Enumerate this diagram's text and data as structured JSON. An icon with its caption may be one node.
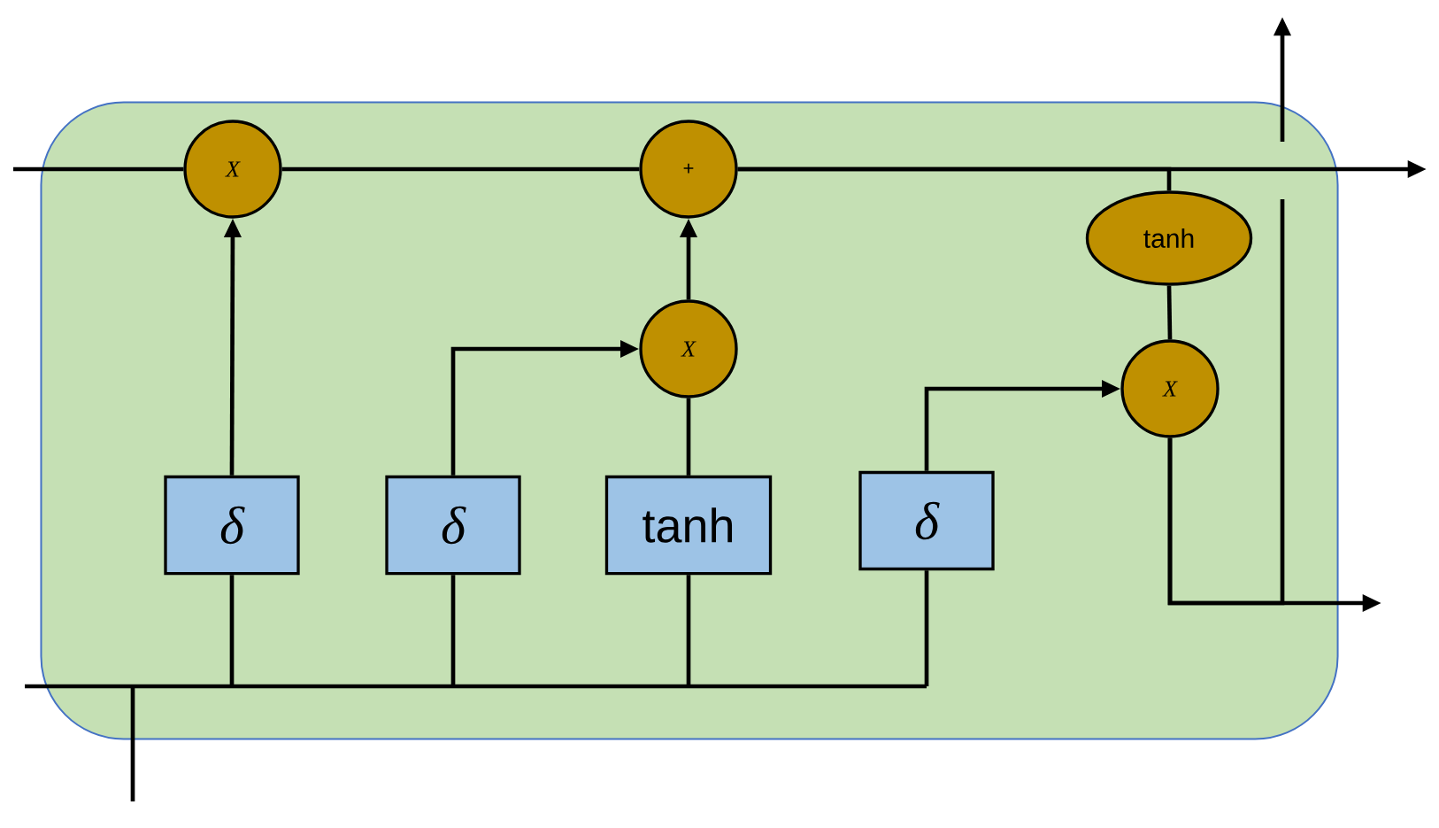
{
  "diagram": {
    "nodes": [
      {
        "text": [],
        "shape": "box"
      },
      {
        "text": [
          "X"
        ],
        "in": 0
      },
      {
        "text": [
          "+"
        ],
        "in": 0
      },
      {
        "text": [
          "X"
        ],
        "in": 0
      },
      {
        "text": [
          "tanh"
        ],
        "in": 0
      },
      {
        "text": [
          "X"
        ],
        "in": 0
      },
      {
        "text": [
          "δ"
        ],
        "in": 0
      },
      {
        "text": [
          "δ"
        ],
        "in": 0
      },
      {
        "text": [
          "tanh"
        ],
        "in": 0
      },
      {
        "text": [
          "δ"
        ],
        "in": 0
      }
    ],
    "edges": [
      {
        "from": null,
        "to": 6,
        "arrow": "none"
      },
      {
        "from": null,
        "to": 7,
        "arrow": "none"
      },
      {
        "from": null,
        "to": 8,
        "arrow": "none"
      },
      {
        "from": null,
        "to": 9,
        "arrow": "none"
      },
      {
        "from": 6,
        "to": 1,
        "arrow": "to"
      },
      {
        "from": 7,
        "to": 3,
        "arrow": "to"
      },
      {
        "from": 8,
        "to": 3,
        "arrow": "none"
      },
      {
        "from": 3,
        "to": 2,
        "arrow": "to"
      },
      {
        "from": 9,
        "to": 5,
        "arrow": "to"
      },
      {
        "from": null,
        "to": 1,
        "arrow": "none"
      },
      {
        "from": 1,
        "to": 2,
        "arrow": "none"
      },
      {
        "from": 2,
        "to": null,
        "arrow": "to"
      },
      {
        "from": 2,
        "to": 4,
        "arrow": "none"
      },
      {
        "from": 4,
        "to": 5,
        "arrow": "none"
      },
      {
        "from": 5,
        "to": null,
        "arrow": "to"
      },
      {
        "from": 5,
        "to": null,
        "arrow": "to"
      }
    ]
  }
}
